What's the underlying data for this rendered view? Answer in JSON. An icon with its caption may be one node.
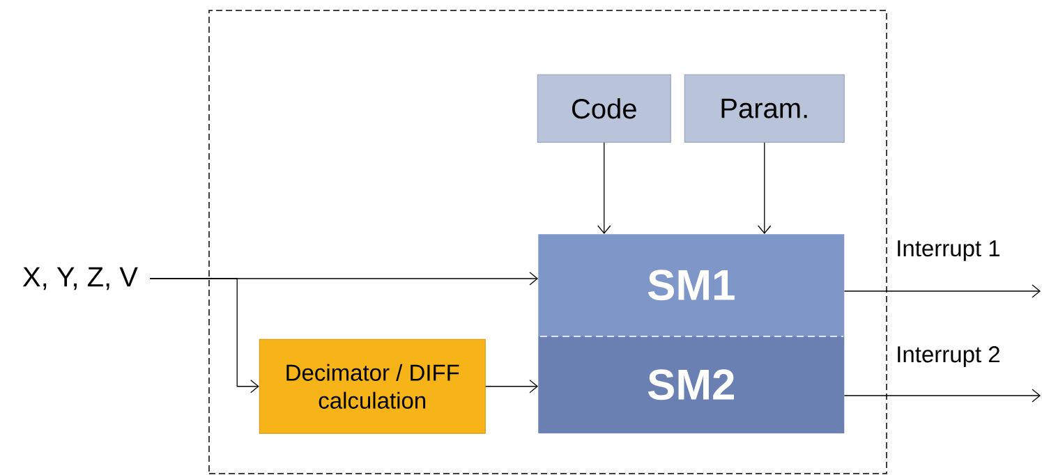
{
  "diagram": {
    "nodes": [
      {
        "text": [],
        "shape": "box"
      },
      {
        "text": [
          "Code"
        ],
        "in": 0
      },
      {
        "text": [
          "Param."
        ],
        "in": 0
      },
      {
        "text": [
          "X, Y, Z, V"
        ]
      },
      {
        "text": [
          "SM1"
        ],
        "in": 0
      },
      {
        "text": [
          "Decimator / DIFF calculation"
        ],
        "in": 0
      },
      {
        "text": [
          "SM2"
        ],
        "in": 0
      }
    ],
    "edges": [
      {
        "from": 1,
        "to": 4,
        "arrow": "to"
      },
      {
        "from": 2,
        "to": 4,
        "arrow": "to"
      },
      {
        "from": 3,
        "to": 4,
        "arrow": "to"
      },
      {
        "from": 3,
        "to": 5,
        "arrow": "to"
      },
      {
        "from": 5,
        "to": 6,
        "arrow": "to"
      },
      {
        "from": 4,
        "to": null,
        "arrow": "to",
        "label": "Interrupt 1"
      },
      {
        "from": 6,
        "to": null,
        "arrow": "to",
        "label": "Interrupt 2"
      }
    ]
  }
}
